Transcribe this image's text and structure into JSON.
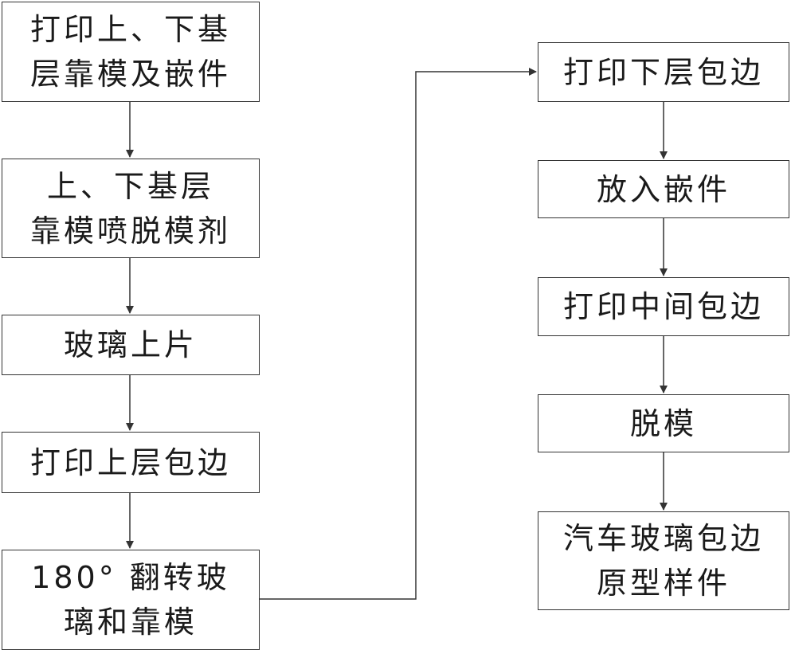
{
  "steps": {
    "s1": {
      "line1": "打印上、下基",
      "line2": "层靠模及嵌件"
    },
    "s2": {
      "line1": "上、下基层",
      "line2": "靠模喷脱模剂"
    },
    "s3": {
      "line1": "玻璃上片"
    },
    "s4": {
      "line1": "打印上层包边"
    },
    "s5": {
      "line1": "180° 翻转玻",
      "line2": "璃和靠模"
    },
    "s6": {
      "line1": "打印下层包边"
    },
    "s7": {
      "line1": "放入嵌件"
    },
    "s8": {
      "line1": "打印中间包边"
    },
    "s9": {
      "line1": "脱模"
    },
    "s10": {
      "line1": "汽车玻璃包边",
      "line2": "原型样件"
    }
  },
  "colors": {
    "stroke": "#333333",
    "text": "#1a1a1a",
    "background": "#ffffff"
  }
}
